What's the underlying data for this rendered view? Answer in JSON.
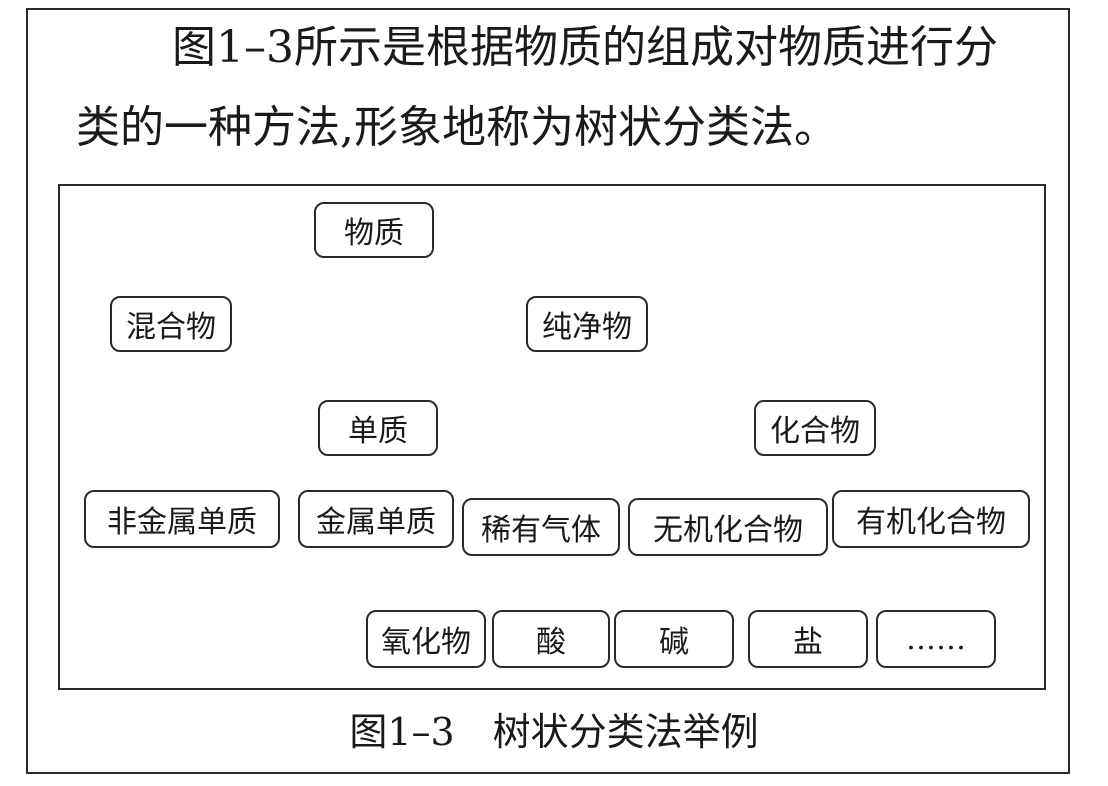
{
  "intro": {
    "line1": "图1–3所示是根据物质的组成对物质进行分",
    "line2": "类的一种方法,形象地称为树状分类法。"
  },
  "caption": "图1–3　树状分类法举例",
  "tree": {
    "root": "物质",
    "mixture": "混合物",
    "pure": "纯净物",
    "element": "单质",
    "compound": "化合物",
    "nonmetal": "非金属单质",
    "metal": "金属单质",
    "noble_gas": "稀有气体",
    "inorganic": "无机化合物",
    "organic": "有机化合物",
    "oxide": "氧化物",
    "acid": "酸",
    "base": "碱",
    "salt": "盐",
    "more": "……"
  }
}
